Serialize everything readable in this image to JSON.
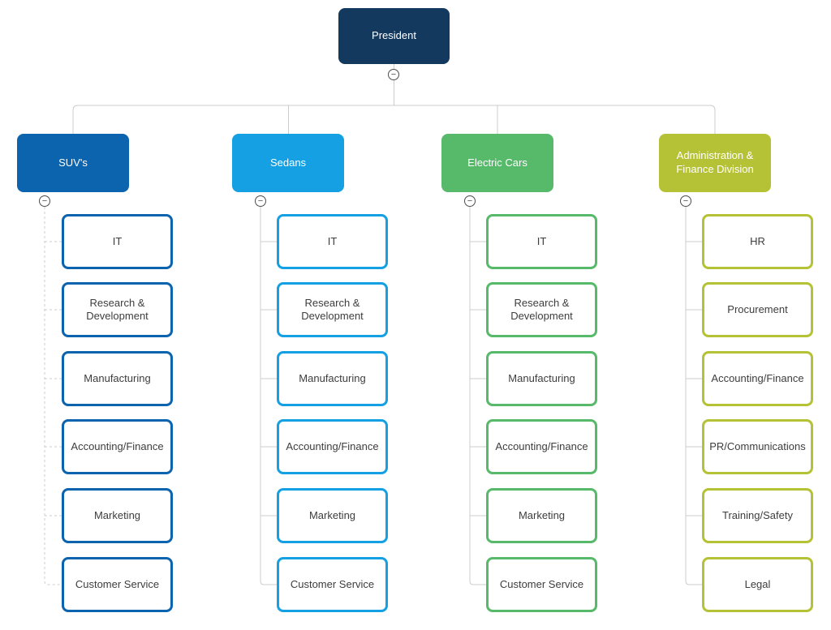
{
  "diagram": {
    "type": "org-chart",
    "collapse_glyph": "−",
    "connector_color": "#CCCCCC",
    "child_text_color": "#3D3D3D",
    "root": {
      "label": "President",
      "color": "#14395E"
    },
    "divisions": [
      {
        "label": "SUV's",
        "color": "#0C63AE",
        "connector_style": "dashed",
        "children": [
          "IT",
          "Research & Development",
          "Manufacturing",
          "Accounting/Finance",
          "Marketing",
          "Customer Service"
        ]
      },
      {
        "label": "Sedans",
        "color": "#14A0E2",
        "connector_style": "solid",
        "children": [
          "IT",
          "Research & Development",
          "Manufacturing",
          "Accounting/Finance",
          "Marketing",
          "Customer Service"
        ]
      },
      {
        "label": "Electric Cars",
        "color": "#57B96A",
        "connector_style": "solid",
        "children": [
          "IT",
          "Research & Development",
          "Manufacturing",
          "Accounting/Finance",
          "Marketing",
          "Customer Service"
        ]
      },
      {
        "label": "Administration & Finance Division",
        "color": "#B6C235",
        "connector_style": "solid",
        "children": [
          "HR",
          "Procurement",
          "Accounting/Finance",
          "PR/Communications",
          "Training/Safety",
          "Legal"
        ]
      }
    ]
  }
}
